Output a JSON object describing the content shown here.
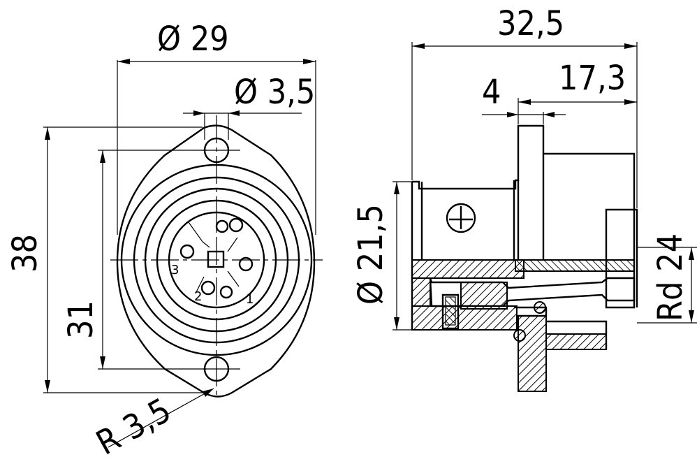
{
  "drawing": {
    "dimensions": {
      "diameter_29": "Ø 29",
      "diameter_3_5": "Ø 3,5",
      "height_38": "38",
      "height_31": "31",
      "radius_3_5": "R 3,5",
      "length_32_5": "32,5",
      "length_17_3": "17,3",
      "length_4": "4",
      "diameter_21_5": "Ø 21,5",
      "thread_rd24": "Rd 24"
    },
    "pin_labels": [
      "1",
      "2",
      "3"
    ],
    "colors": {
      "line": "#000000",
      "background": "#ffffff"
    }
  }
}
